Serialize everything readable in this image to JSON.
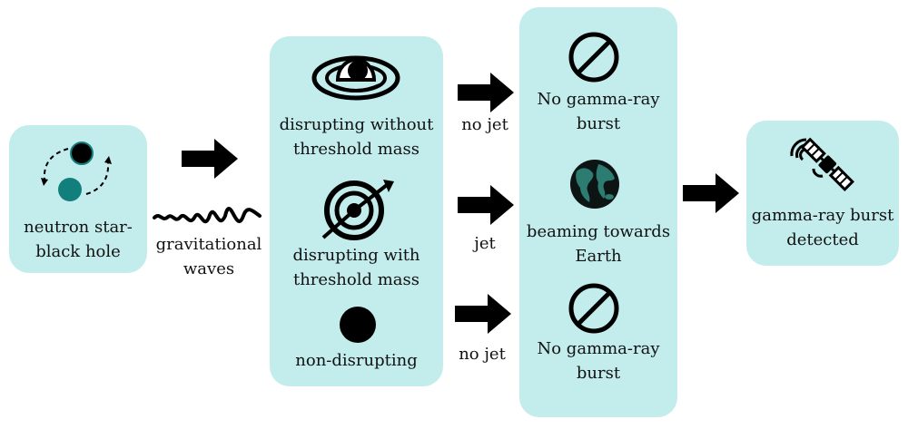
{
  "colors": {
    "box_fill": "#c3ecec",
    "arrow": "#000000",
    "teal_body": "#127f7c",
    "earth_land": "#2d7c72"
  },
  "source": {
    "label_line1": "neutron star-",
    "label_line2": "black hole",
    "icon": "binary-orbit-icon"
  },
  "gw": {
    "label_line1": "gravitational",
    "label_line2": "waves",
    "icon": "gravitational-wave-icon"
  },
  "outcomes": [
    {
      "line1": "disrupting without",
      "line2": "threshold mass",
      "icon": "disk-accretion-icon"
    },
    {
      "line1": "disrupting with",
      "line2": "threshold mass",
      "icon": "target-dart-icon"
    },
    {
      "line1": "non-disrupting",
      "icon": "filled-circle-icon"
    }
  ],
  "jet_labels": [
    "no jet",
    "jet",
    "no jet"
  ],
  "grb_states": [
    {
      "line1": "No gamma-ray",
      "line2": "burst",
      "icon": "prohibited-icon"
    },
    {
      "line1": "beaming towards",
      "line2": "Earth",
      "icon": "earth-icon"
    },
    {
      "line1": "No gamma-ray",
      "line2": "burst",
      "icon": "prohibited-icon"
    }
  ],
  "detected": {
    "label_line1": "gamma-ray burst",
    "label_line2": "detected",
    "icon": "satellite-icon"
  }
}
